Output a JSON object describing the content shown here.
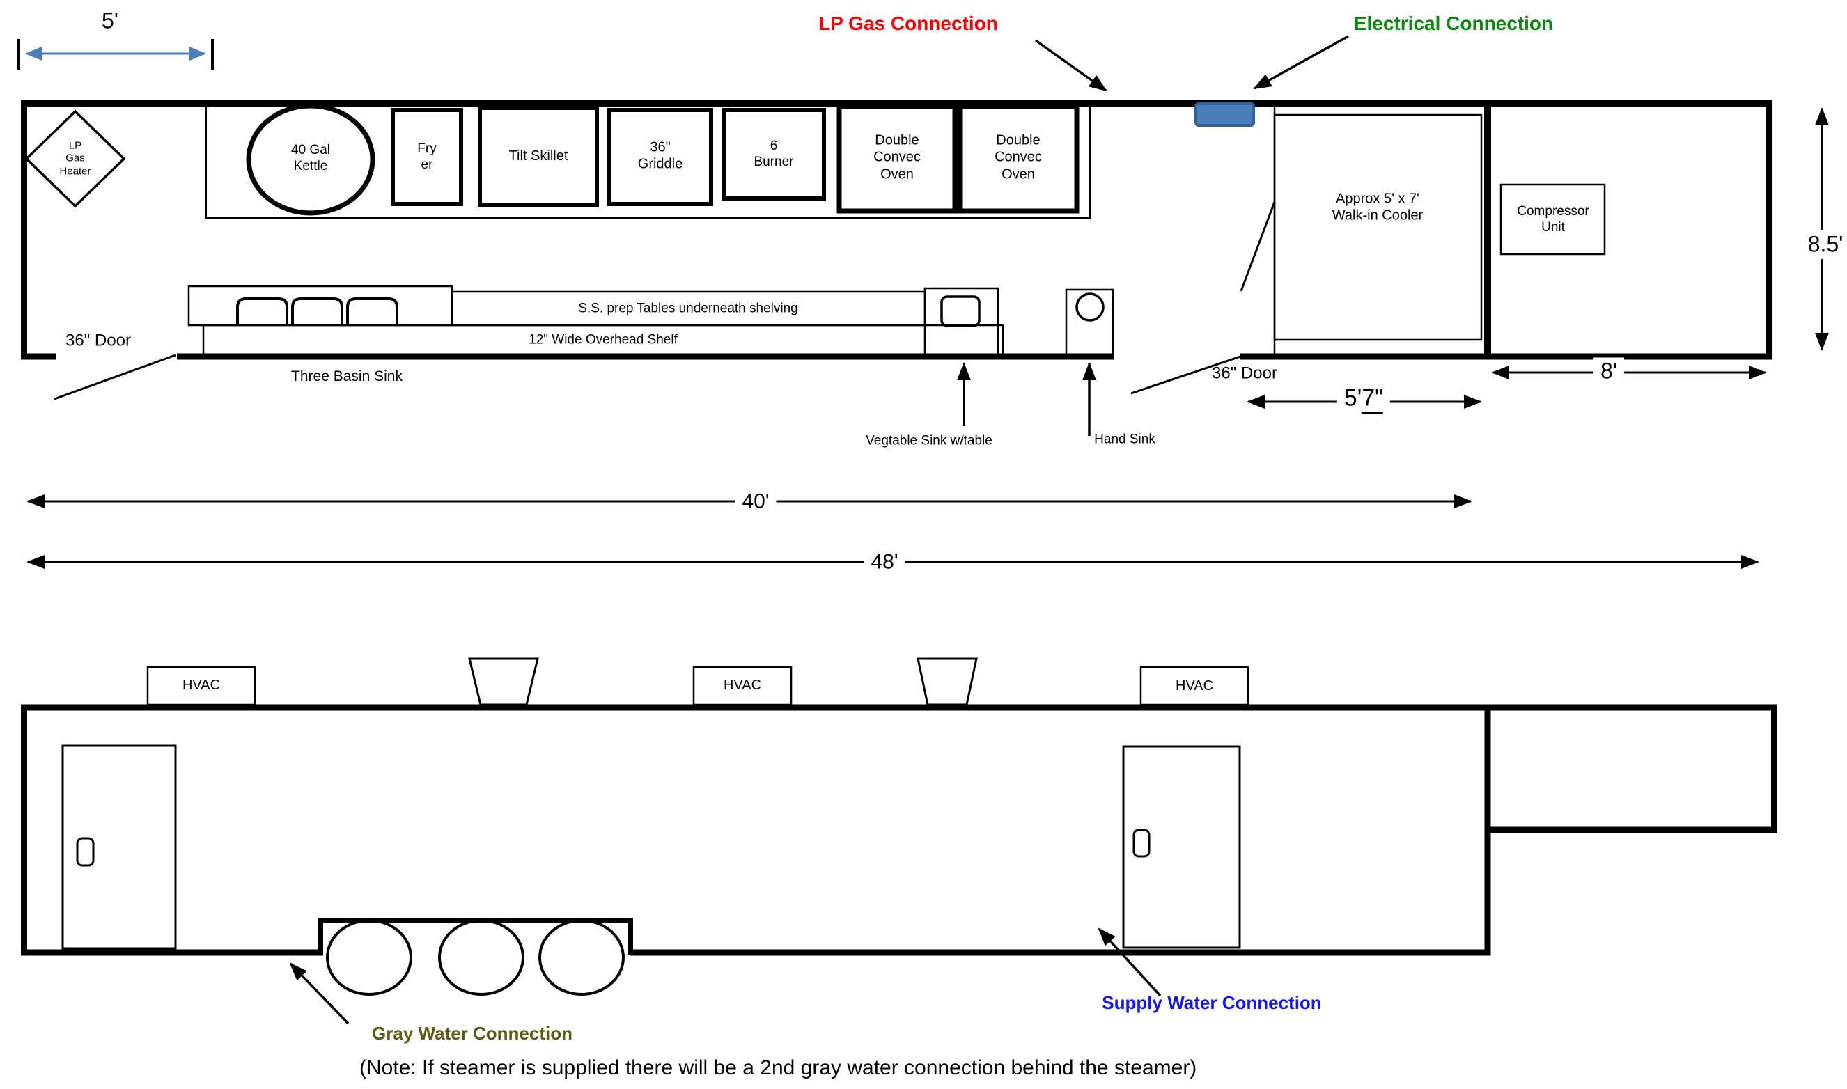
{
  "dims": {
    "d5": "5'",
    "d85": "8.5'",
    "d40": "40'",
    "d48": "48'",
    "d8": "8'",
    "d57_ft": "5'",
    "d57_in": "7\""
  },
  "connections": {
    "lp_gas": {
      "label": "LP Gas Connection",
      "color": "#FF0000"
    },
    "electrical": {
      "label": "Electrical Connection",
      "color": "#0A8A0A",
      "box_fill": "#4A7EBB",
      "box_border": "#31609C"
    },
    "supply_water": {
      "label": "Supply Water Connection",
      "color": "#1414FF"
    },
    "gray_water": {
      "label": "Gray Water Connection",
      "color": "#5C5C14"
    }
  },
  "colors": {
    "dimension_blue": "#4A7EBB",
    "line_black": "#000000"
  },
  "plan": {
    "doors": {
      "left": "36\" Door",
      "right": "36\" Door"
    },
    "equipment": {
      "lp_heater": "LP\nGas\nHeater",
      "kettle": "40 Gal\nKettle",
      "fryer": "Fry\ner",
      "tilt_skillet": "Tilt Skillet",
      "griddle": "36\"\nGriddle",
      "six_burner": "6\nBurner",
      "oven_1": "Double\nConvec\nOven",
      "oven_2": "Double\nConvec\nOven",
      "walk_in_cooler": "Approx 5' x 7'\nWalk-in Cooler",
      "compressor": "Compressor\nUnit"
    },
    "fixtures": {
      "three_basin_sink": "Three Basin Sink",
      "prep_tables": "S.S. prep Tables underneath shelving",
      "overhead_shelf": "12\" Wide Overhead Shelf",
      "vegetable_sink": "Vegtable Sink w/table",
      "hand_sink": "Hand Sink"
    }
  },
  "elevation": {
    "hvac_labels": [
      "HVAC",
      "HVAC",
      "HVAC"
    ]
  },
  "note": "(Note: If steamer is supplied there will be a 2nd gray water connection behind the steamer)"
}
